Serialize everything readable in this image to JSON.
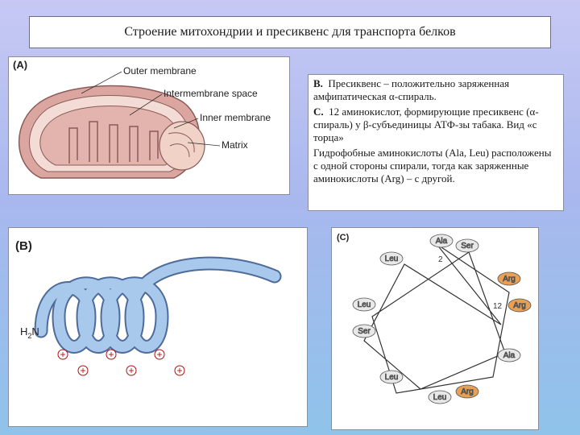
{
  "title": "Строение митохондрии и пресиквенс для транспорта белков",
  "panel_a": {
    "label": "(A)",
    "labels": [
      "Outer membrane",
      "Intermembrane space",
      "Inner membrane",
      "Matrix"
    ]
  },
  "panel_b": {
    "label": "(B)",
    "nterm": "H",
    "nterm_sub": "2",
    "nterm_end": "N",
    "charge": "+"
  },
  "panel_c": {
    "label": "(C)",
    "numbers": [
      "2",
      "12"
    ],
    "residues": [
      "Ala",
      "Ser",
      "Leu",
      "Arg",
      "Leu",
      "Arg",
      "Ser",
      "Ala",
      "Leu",
      "Leu",
      "Arg"
    ]
  },
  "text": {
    "p1_lead": "В.",
    "p1": "Пресиквенс – положительно заряженная амфипатическая α-спираль.",
    "p2_lead": "С.",
    "p2": "12 аминокислот, формирующие пресиквенс (α-спираль) у β-субъединицы АТФ-зы табака.   Вид «с торца»",
    "p3": "Гидрофобные аминокислоты (Ala, Leu) расположены с одной стороны спирали, тогда как заряженные аминокислоты (Arg) – с другой."
  },
  "colors": {
    "membrane": "#d9a8a0",
    "helix": "#9cc0e6",
    "charged": "#e8a055",
    "neutral": "#e8e8e8"
  }
}
